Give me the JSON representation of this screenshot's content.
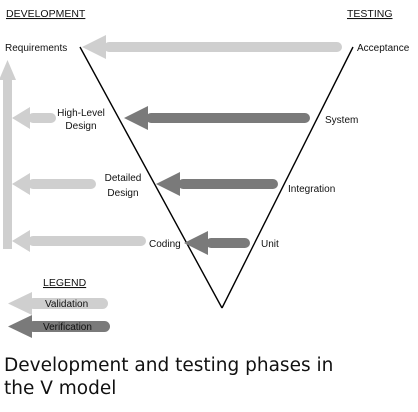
{
  "headers": {
    "development": "DEVELOPMENT",
    "testing": "TESTING"
  },
  "development_phases": {
    "requirements": "Requirements",
    "high_level_design": [
      "High-Level",
      "Design"
    ],
    "detailed_design": [
      "Detailed",
      "Design"
    ],
    "coding": "Coding"
  },
  "testing_phases": {
    "acceptance": "Acceptance",
    "system": "System",
    "integration": "Integration",
    "unit": "Unit"
  },
  "legend": {
    "title": "LEGEND",
    "validation": "Validation",
    "verification": "Verification"
  },
  "colors": {
    "validation_arrow": "#cfcfcf",
    "verification_arrow": "#7a7a7a",
    "v_line": "#000000"
  },
  "caption": [
    "Development and testing phases in",
    "the V model"
  ]
}
